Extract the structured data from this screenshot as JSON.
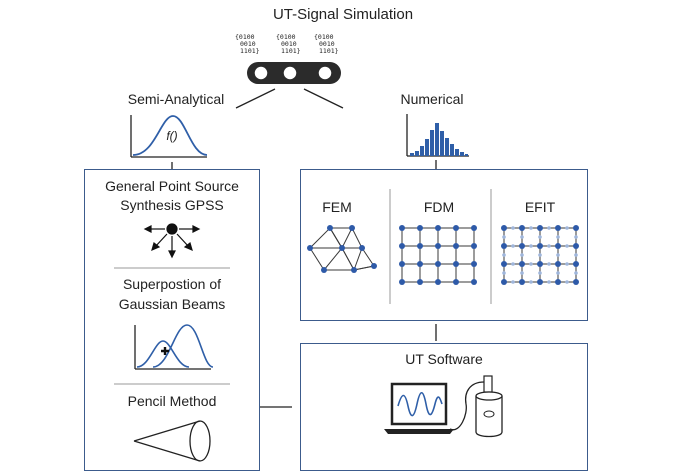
{
  "title": "UT-Signal Simulation",
  "bit_groups": [
    [
      "{0100",
      "0010",
      "1101}"
    ],
    [
      "{0100",
      "0010",
      "1101}"
    ],
    [
      "{0100",
      "0010",
      "1101}"
    ]
  ],
  "branches": {
    "semi_analytical": "Semi-Analytical",
    "numerical": "Numerical"
  },
  "function_label": "f()",
  "semi_analytical_methods": {
    "gpss_line1": "General Point Source",
    "gpss_line2": "Synthesis GPSS",
    "gaussian_line1": "Superpostion of",
    "gaussian_line2": "Gaussian Beams",
    "pencil": "Pencil Method"
  },
  "numerical_methods": {
    "fem": "FEM",
    "fdm": "FDM",
    "efit": "EFIT"
  },
  "software": {
    "label": "UT Software"
  },
  "colors": {
    "accent_blue": "#2f5fa8",
    "node_blue": "#2e5aa8",
    "box_border": "#3c5b8c"
  }
}
